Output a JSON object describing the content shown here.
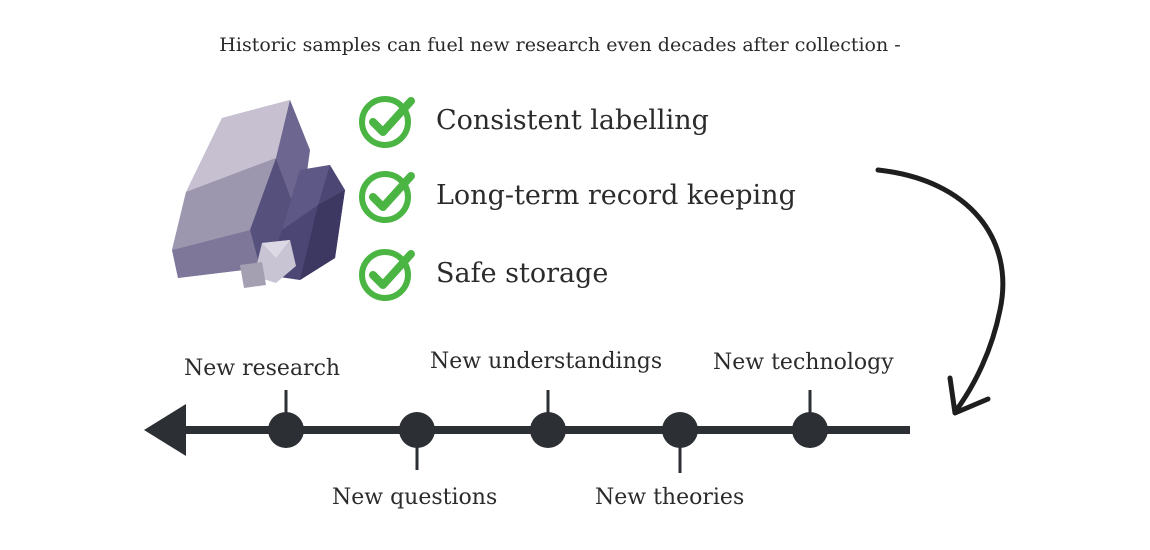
{
  "heading": "Historic samples can fuel new research even decades after collection -",
  "checklist": [
    {
      "label": "Consistent labelling",
      "icon": "check-circle-icon"
    },
    {
      "label": "Long-term record keeping",
      "icon": "check-circle-icon"
    },
    {
      "label": "Safe storage",
      "icon": "check-circle-icon"
    }
  ],
  "timeline": {
    "above": [
      "New research",
      "New understandings",
      "New technology"
    ],
    "below": [
      "New questions",
      "New theories"
    ]
  },
  "colors": {
    "check_green": "#4bb543",
    "line_dark": "#2c2f33",
    "rock_light": "#a59fb2",
    "rock_dark": "#4a4570"
  },
  "icons": [
    "rock-icon",
    "check-circle-icon",
    "curved-arrow-icon",
    "arrowhead-left-icon"
  ]
}
